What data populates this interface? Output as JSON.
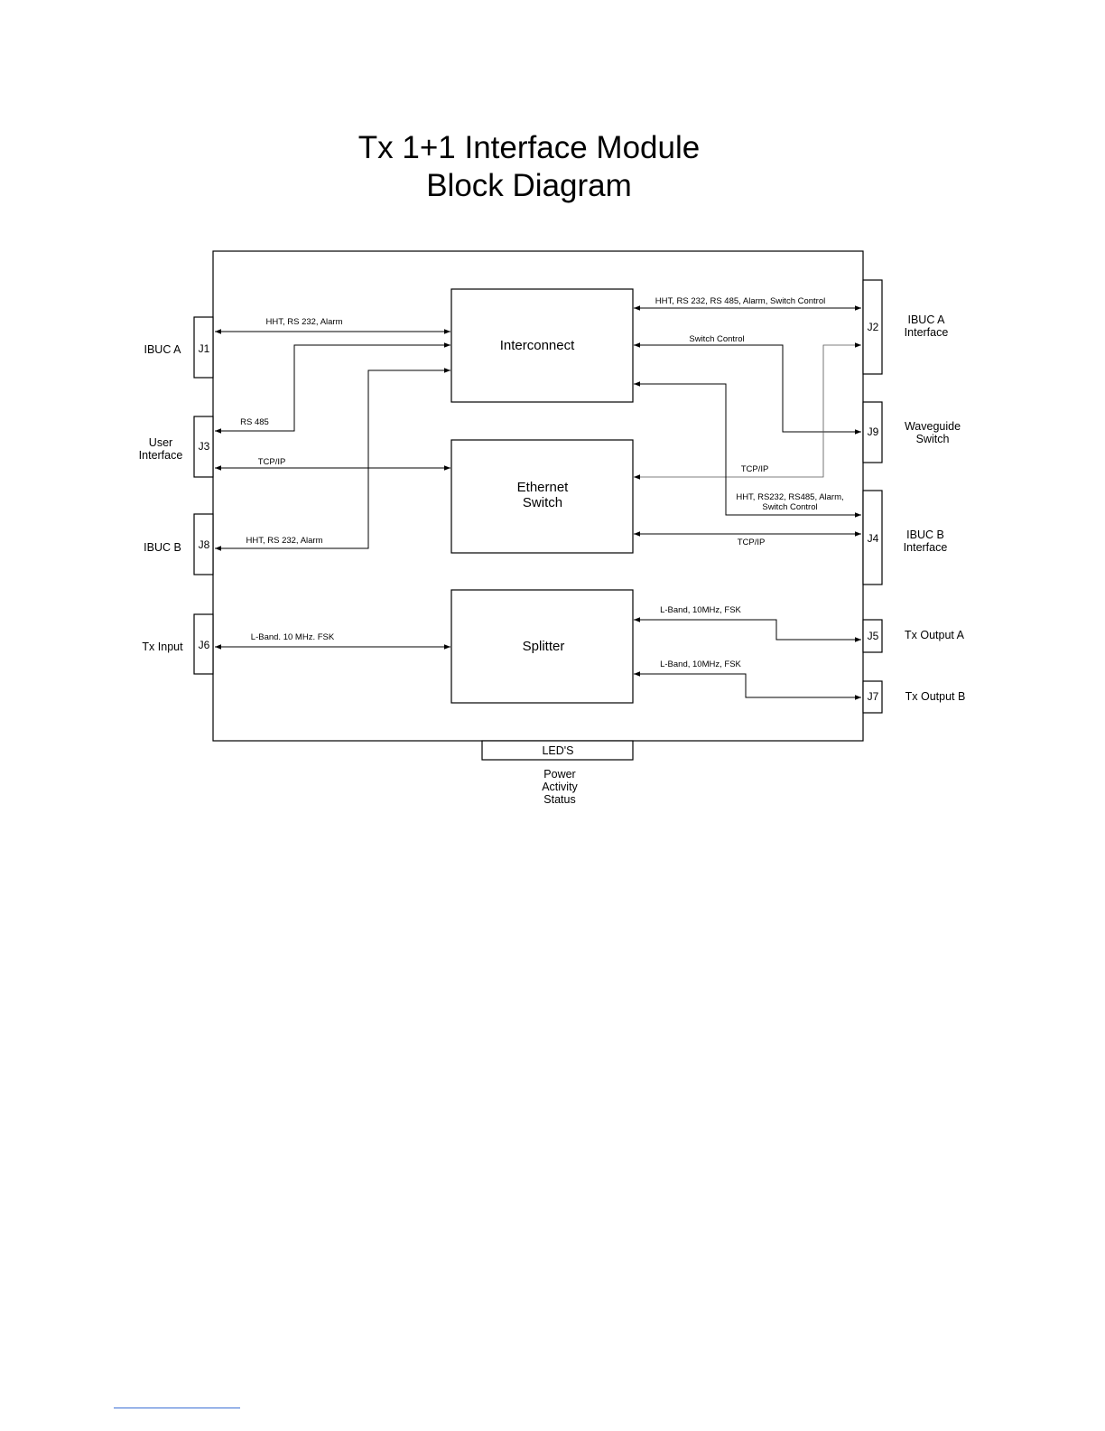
{
  "title": {
    "line1": "Tx 1+1 Interface Module",
    "line2": "Block Diagram"
  },
  "blocks": {
    "interconnect": "Interconnect",
    "ethernet_line1": "Ethernet",
    "ethernet_line2": "Switch",
    "splitter": "Splitter"
  },
  "connectors": {
    "j1": "J1",
    "j3": "J3",
    "j8": "J8",
    "j6": "J6",
    "j2": "J2",
    "j9": "J9",
    "j4": "J4",
    "j5": "J5",
    "j7": "J7"
  },
  "left_labels": {
    "ibuc_a": "IBUC A",
    "user_line1": "User",
    "user_line2": "Interface",
    "ibuc_b": "IBUC B",
    "tx_input": "Tx Input"
  },
  "right_labels": {
    "ibuc_a_line1": "IBUC A",
    "ibuc_a_line2": "Interface",
    "wg_line1": "Waveguide",
    "wg_line2": "Switch",
    "ibuc_b_line1": "IBUC B",
    "ibuc_b_line2": "Interface",
    "tx_out_a": "Tx Output A",
    "tx_out_b": "Tx Output B"
  },
  "signals": {
    "j1_hht": "HHT, RS 232, Alarm",
    "j3_rs485": "RS 485",
    "j3_tcpip": "TCP/IP",
    "j8_hht": "HHT, RS 232, Alarm",
    "j6_lband": "L-Band. 10 MHz. FSK",
    "j2_hht": "HHT, RS 232, RS 485, Alarm, Switch Control",
    "switch_control": "Switch Control",
    "tcpip_j2": "TCP/IP",
    "j4_line1": "HHT, RS232, RS485, Alarm,",
    "j4_line2": "Switch Control",
    "j4_tcpip": "TCP/IP",
    "j5_lband": "L-Band, 10MHz, FSK",
    "j7_lband": "L-Band, 10MHz, FSK"
  },
  "leds": {
    "label": "LED'S",
    "line1": "Power",
    "line2": "Activity",
    "line3": "Status"
  }
}
